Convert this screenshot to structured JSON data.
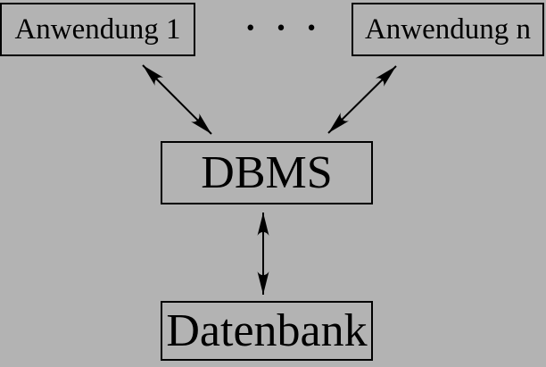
{
  "diagram": {
    "background_color": "#b3b3b3",
    "border_color": "#000000",
    "text_color": "#000000",
    "nodes": {
      "anwendung1": {
        "label": "Anwendung 1"
      },
      "anwendungN": {
        "label": "Anwendung n"
      },
      "dbms": {
        "label": "DBMS"
      },
      "datenbank": {
        "label": "Datenbank"
      }
    },
    "ellipsis": "• • •",
    "connections": [
      {
        "from": "anwendung1",
        "to": "dbms",
        "style": "double-arrow"
      },
      {
        "from": "anwendungN",
        "to": "dbms",
        "style": "double-arrow"
      },
      {
        "from": "dbms",
        "to": "datenbank",
        "style": "double-arrow"
      }
    ]
  }
}
